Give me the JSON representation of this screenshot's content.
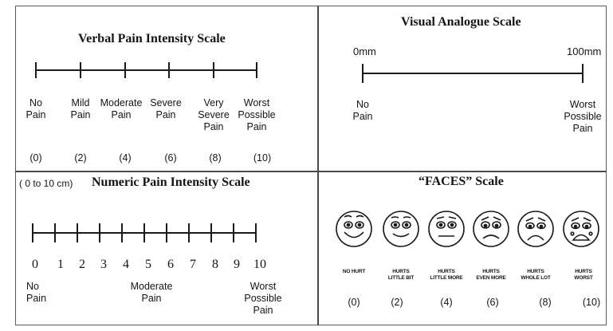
{
  "verbal_scale": {
    "title": "Verbal Pain Intensity Scale",
    "labels": [
      {
        "line1": "No",
        "line2": "Pain",
        "line3": "",
        "value": "(0)"
      },
      {
        "line1": "Mild",
        "line2": "Pain",
        "line3": "",
        "value": "(2)"
      },
      {
        "line1": "Moderate",
        "line2": "Pain",
        "line3": "",
        "value": "(4)"
      },
      {
        "line1": "Severe",
        "line2": "Pain",
        "line3": "",
        "value": "(6)"
      },
      {
        "line1": "Very",
        "line2": "Severe",
        "line3": "Pain",
        "value": "(8)"
      },
      {
        "line1": "Worst",
        "line2": "Possible",
        "line3": "Pain",
        "value": "(10)"
      }
    ]
  },
  "visual_analogue_scale": {
    "title": "Visual Analogue Scale",
    "left_end": "0mm",
    "right_end": "100mm",
    "left_label": {
      "line1": "No",
      "line2": "Pain"
    },
    "right_label": {
      "line1": "Worst",
      "line2": "Possible",
      "line3": "Pain"
    }
  },
  "numeric_scale": {
    "range_note": "( 0 to 10 cm)",
    "title": "Numeric Pain Intensity Scale",
    "numbers": [
      "0",
      "1",
      "2",
      "3",
      "4",
      "5",
      "6",
      "7",
      "8",
      "9",
      "10"
    ],
    "anchor_left": {
      "line1": "No",
      "line2": "Pain"
    },
    "anchor_mid": {
      "line1": "Moderate",
      "line2": "Pain"
    },
    "anchor_right": {
      "line1": "Worst",
      "line2": "Possible",
      "line3": "Pain"
    }
  },
  "faces_scale": {
    "title": "“FACES” Scale",
    "faces": [
      {
        "icon": "face-no-hurt-icon",
        "line1": "NO HURT",
        "line2": "",
        "value": "(0)"
      },
      {
        "icon": "face-hurts-little-bit-icon",
        "line1": "HURTS",
        "line2": "LITTLE BIT",
        "value": "(2)"
      },
      {
        "icon": "face-hurts-little-more-icon",
        "line1": "HURTS",
        "line2": "LITTLE MORE",
        "value": "(4)"
      },
      {
        "icon": "face-hurts-even-more-icon",
        "line1": "HURTS",
        "line2": "EVEN MORE",
        "value": "(6)"
      },
      {
        "icon": "face-hurts-whole-lot-icon",
        "line1": "HURTS",
        "line2": "WHOLE LOT",
        "value": "(8)"
      },
      {
        "icon": "face-hurts-worst-icon",
        "line1": "HURTS",
        "line2": "WORST",
        "value": "(10)"
      }
    ]
  }
}
